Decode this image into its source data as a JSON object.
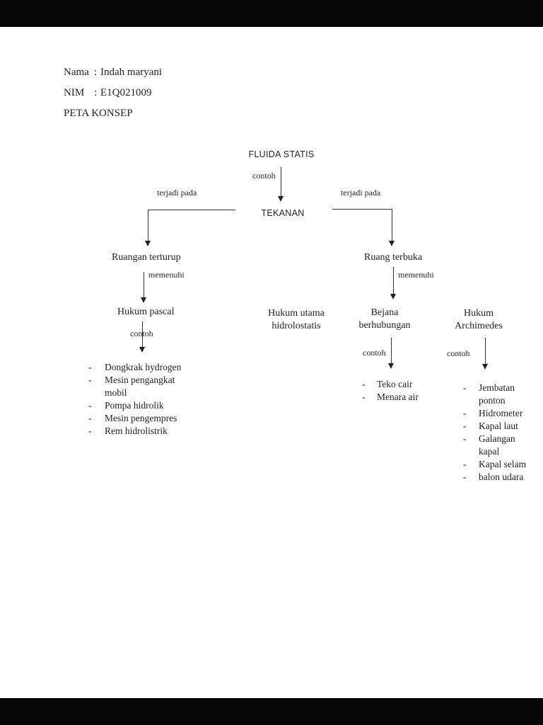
{
  "header": {
    "name_label": "Nama",
    "name_sep": ":",
    "name_value": "Indah maryani",
    "nim_label": "NIM",
    "nim_sep": ":",
    "nim_value": "E1Q021009",
    "title": "PETA KONSEP"
  },
  "map": {
    "root": "FLUIDA STATIS",
    "root_edge_label": "contoh",
    "pressure": "TEKANAN",
    "left_branch_label": "terjadi pada",
    "right_branch_label": "terjadi pada",
    "closed_space": "Ruangan terturup",
    "closed_edge_label": "memenuhi",
    "pascal": "Hukum pascal",
    "pascal_edge_label": "contoh",
    "pascal_examples": [
      "Dongkrak hydrogen",
      "Mesin pengangkat mobil",
      "Pompa hidrolik",
      "Mesin pengempres",
      "Rem hidrolistrik"
    ],
    "hydrostatic_line1": "Hukum utama",
    "hydrostatic_line2": "hidrolostatis",
    "open_space": "Ruang terbuka",
    "open_edge_label": "memenuhi",
    "vessel_line1": "Bejana",
    "vessel_line2": "berhubungan",
    "vessel_edge_label": "contoh",
    "vessel_examples": [
      "Teko cair",
      "Menara air"
    ],
    "archimedes_line1": "Hukum",
    "archimedes_line2": "Archimedes",
    "archimedes_edge_label": "contoh",
    "archimedes_examples": [
      "Jembatan ponton",
      "Hidrometer",
      "Kapal laut",
      "Galangan kapal",
      "Kapal selam",
      "balon udara"
    ],
    "bullet": "-"
  },
  "colors": {
    "page_bg": "#ffffff",
    "letterbox": "#060606",
    "ink": "#1f1f1f"
  }
}
